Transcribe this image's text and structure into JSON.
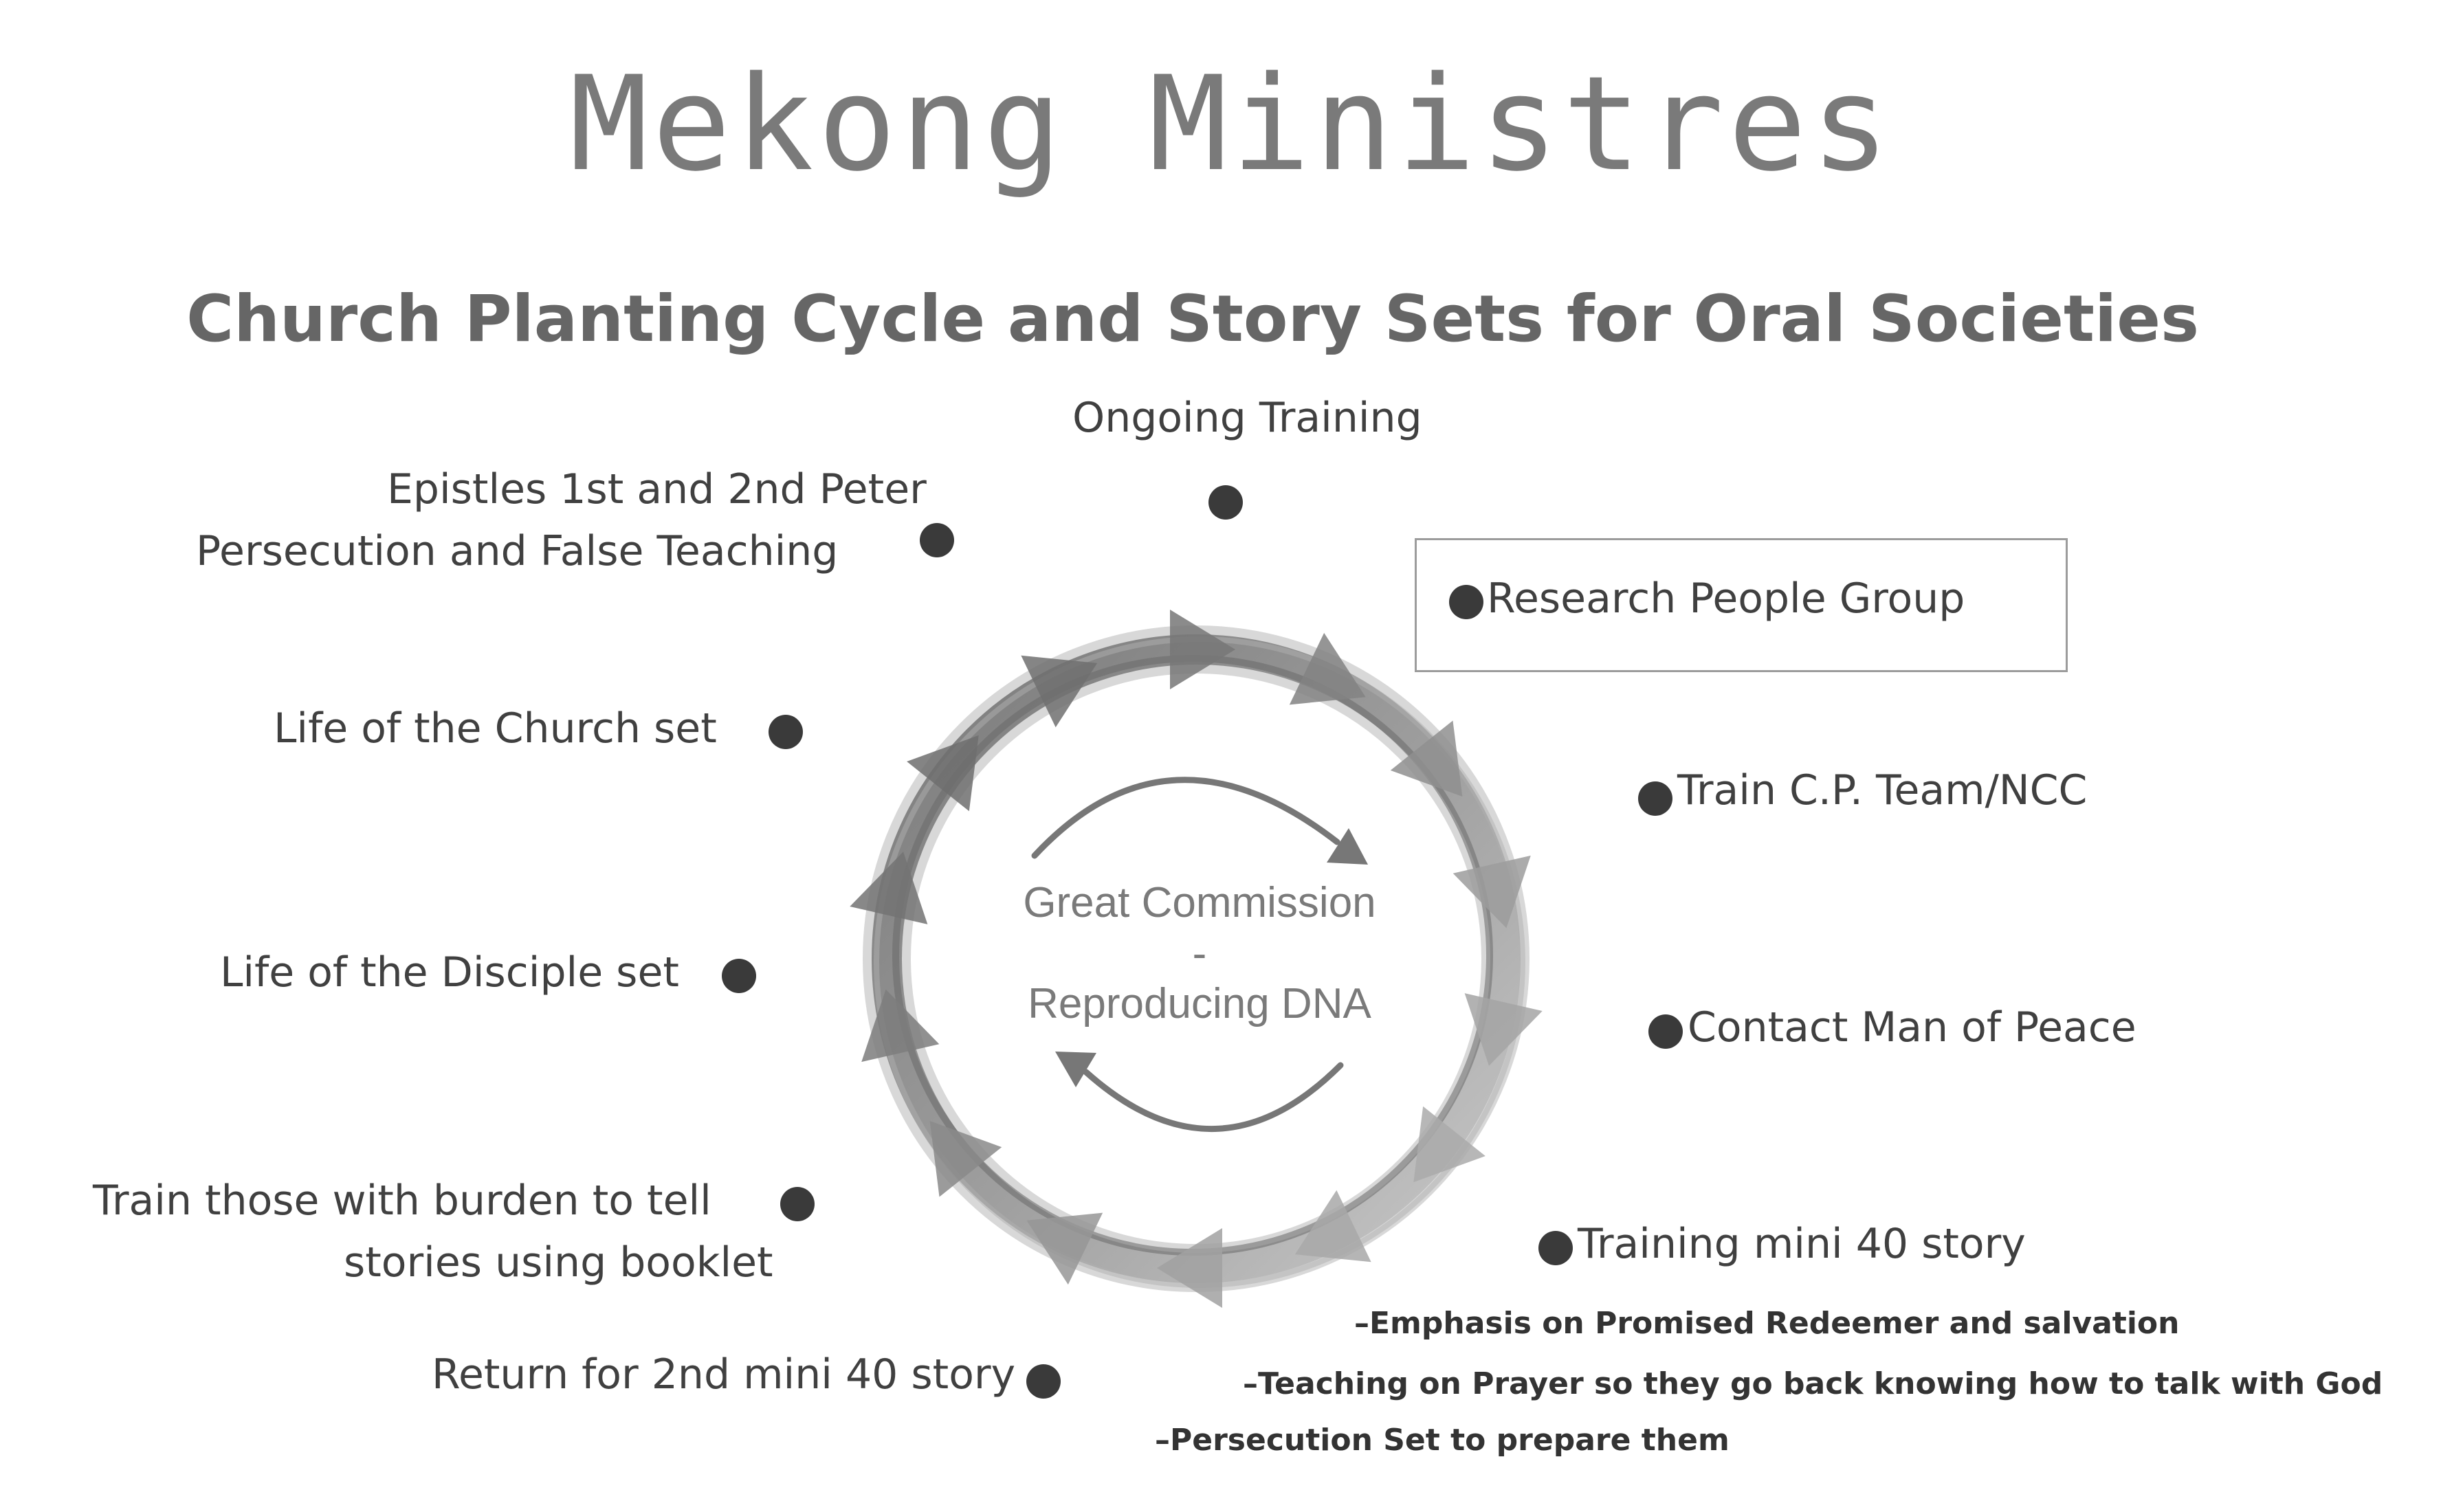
{
  "brand": "Mekong Ministres",
  "subtitle": "Church Planting Cycle and Story Sets for Oral Societies",
  "center": {
    "title": "Great Commission",
    "dash": "-",
    "subtitle": "Reproducing DNA"
  },
  "steps": {
    "ongoing_training": "Ongoing Training",
    "research": "Research People Group",
    "train_team": "Train C.P. Team/NCC",
    "contact": "Contact Man of Peace",
    "mini40": "Training mini 40 story",
    "return_mini40": "Return for 2nd mini 40 story",
    "train_burden_line1": "Train those with burden to tell",
    "train_burden_line2": "stories using  booklet",
    "disciple": "Life of the Disciple set",
    "church": "Life of the Church set",
    "epistles_line1": "Epistles 1st and 2nd Peter",
    "epistles_line2": "Persecution and False Teaching"
  },
  "mini40_details": [
    "–Emphasis on Promised Redeemer and salvation",
    "–Teaching on Prayer so they go back knowing how to talk  with God",
    "–Persecution Set to prepare them"
  ],
  "colors": {
    "ring": "#7d7d7d",
    "arrow": "#8a8a8a",
    "dot": "#3a3a3a",
    "text": "#404040",
    "title": "#7a7a7a"
  },
  "icons": [
    "cycle-ring",
    "direction-arrow",
    "bullet-dot"
  ]
}
